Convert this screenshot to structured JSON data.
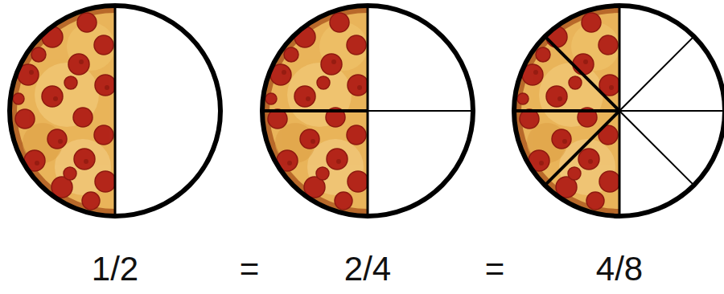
{
  "diagram": {
    "labels": [
      "1/2",
      "=",
      "2/4",
      "=",
      "4/8"
    ]
  }
}
